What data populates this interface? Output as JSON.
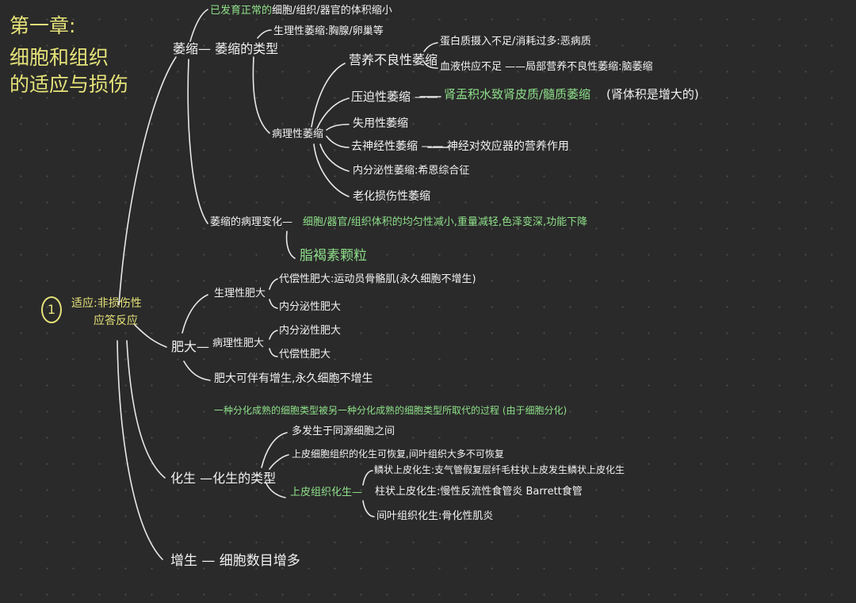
{
  "title": {
    "line1": "第一章:",
    "line2": "细胞和组织",
    "line3": "的适应与损伤"
  },
  "section": {
    "number": "1",
    "line1": "适应:非损伤性",
    "line2": "应答反应"
  },
  "atrophy": {
    "label": "萎缩— 萎缩的类型",
    "definition_green": "已发育正常的",
    "definition_white": "细胞/组织/器官的体积缩小",
    "physiological": "生理性萎缩:胸腺/卵巢等",
    "pathological": "病理性萎缩",
    "malnutrition": "营养不良性萎缩",
    "malnutrition_a": "蛋白质摄入不足/消耗过多:恶病质",
    "malnutrition_b": "血液供应不足 ——局部营养不良性萎缩:脑萎缩",
    "pressure": "压迫性萎缩 ——",
    "pressure_green": "肾盂积水致肾皮质/髓质萎缩",
    "pressure_note": "(肾体积是增大的)",
    "disuse": "失用性萎缩",
    "denervation": "去神经性萎缩 —— 神经对效应器的营养作用",
    "endocrine": "内分泌性萎缩:希恩综合征",
    "aging": "老化损伤性萎缩",
    "pathology_change": "萎缩的病理变化—",
    "pathology_change_a": "细胞/器官/组织体积的均匀性减小,重量减轻,色泽变深,功能下降",
    "pathology_change_b": "脂褐素颗粒"
  },
  "hypertrophy": {
    "label": "肥大—",
    "physiological": "生理性肥大",
    "phys_a": "代偿性肥大:运动员骨骼肌(永久细胞不增生)",
    "phys_b": "内分泌性肥大",
    "pathological": "病理性肥大",
    "path_a": "内分泌性肥大",
    "path_b": "代偿性肥大",
    "note": "肥大可伴有增生,永久细胞不增生"
  },
  "metaplasia": {
    "definition": "一种分化成熟的细胞类型被另一种分化成熟的细胞类型所取代的过程 (由于细胞分化)",
    "label": "化生 —化生的类型",
    "type_a": "多发生于同源细胞之间",
    "type_b": "上皮细胞组织的化生可恢复,间叶组织大多不可恢复",
    "epithelial": "上皮组织化生—",
    "squamous": "鳞状上皮化生:支气管假复层纤毛柱状上皮发生鳞状上皮化生",
    "columnar": "柱状上皮化生:慢性反流性食管炎 Barrett食管",
    "mesenchymal": "间叶组织化生:骨化性肌炎"
  },
  "hyperplasia": {
    "label": "增生 — 细胞数目增多"
  },
  "colors": {
    "background": "#2a2a2a",
    "text": "#f2f2f2",
    "green": "#8fe08a",
    "yellow": "#e6e37a"
  }
}
